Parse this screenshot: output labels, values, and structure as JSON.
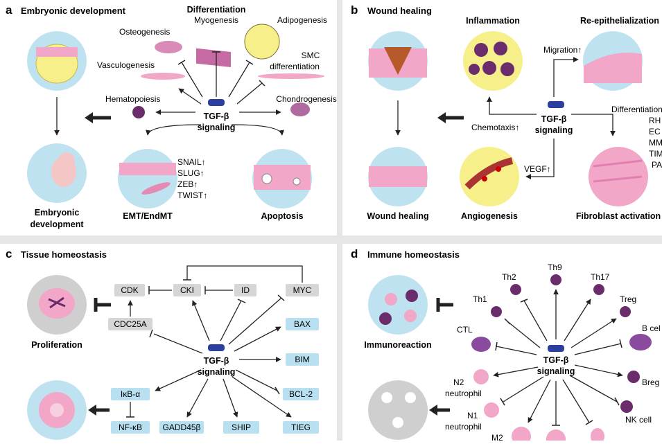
{
  "panel_a": {
    "letter": "a",
    "title": "Embryonic development",
    "core": [
      "TGF-β",
      "signaling"
    ],
    "differentiation": "Differentiation",
    "myogenesis": "Myogenesis",
    "adipogenesis": "Adipogenesis",
    "osteogenesis": "Osteogenesis",
    "smc": [
      "SMC",
      "differentiation"
    ],
    "vasculogenesis": "Vasculogenesis",
    "chondrogenesis": "Chondrogenesis",
    "hematopoiesis": "Hematopoiesis",
    "emt_factors": [
      "SNAIL↑",
      "SLUG↑",
      "ZEB↑",
      "TWIST↑"
    ],
    "emt": "EMT/EndMT",
    "apoptosis": "Apoptosis",
    "embryonic": [
      "Embryonic",
      "development"
    ]
  },
  "panel_b": {
    "letter": "b",
    "title": "Wound healing",
    "core": [
      "TGF-β",
      "signaling"
    ],
    "inflammation": "Inflammation",
    "reepi": "Re-epithelialization",
    "migration": "Migration↑",
    "chemotaxis": "Chemotaxis↑",
    "differentiation": "Differentiation",
    "fib_factors": [
      "RH",
      "EC",
      "MM",
      "TIM",
      "PA"
    ],
    "vegf": "VEGF↑",
    "wound_healing": "Wound healing",
    "angiogenesis": "Angiogenesis",
    "fibroblast": "Fibroblast activation"
  },
  "panel_c": {
    "letter": "c",
    "title": "Tissue homeostasis",
    "core": [
      "TGF-β",
      "signaling"
    ],
    "cdk": "CDK",
    "cki": "CKI",
    "id": "ID",
    "myc": "MYC",
    "cdc25a": "CDC25A",
    "bax": "BAX",
    "bim": "BIM",
    "bcl2": "BCL-2",
    "ikba": "IκB-α",
    "nfkb": "NF-κB",
    "gadd45b": "GADD45β",
    "ship": "SHIP",
    "tieg": "TIEG",
    "proliferation": "Proliferation"
  },
  "panel_d": {
    "letter": "d",
    "title": "Immune homeostasis",
    "core": [
      "TGF-β",
      "signaling"
    ],
    "th1": "Th1",
    "th2": "Th2",
    "th9": "Th9",
    "th17": "Th17",
    "treg": "Treg",
    "bcell": "B cel",
    "ctl": "CTL",
    "breg": "Breg",
    "n2": [
      "N2",
      "neutrophil"
    ],
    "n1": [
      "N1",
      "neutrophil"
    ],
    "m2": "M2",
    "nk": "NK cell",
    "immunoreaction": "Immunoreaction"
  },
  "colors": {
    "circle_blue": "#bfe2f1",
    "tgf_blue": "#2a3f9e",
    "cell_purple": "#6b2c6b",
    "pink": "#f2a6c8",
    "yellow": "#f7ef8a",
    "gray_box": "#d6d6d6",
    "blue_box": "#b9e0f0"
  }
}
